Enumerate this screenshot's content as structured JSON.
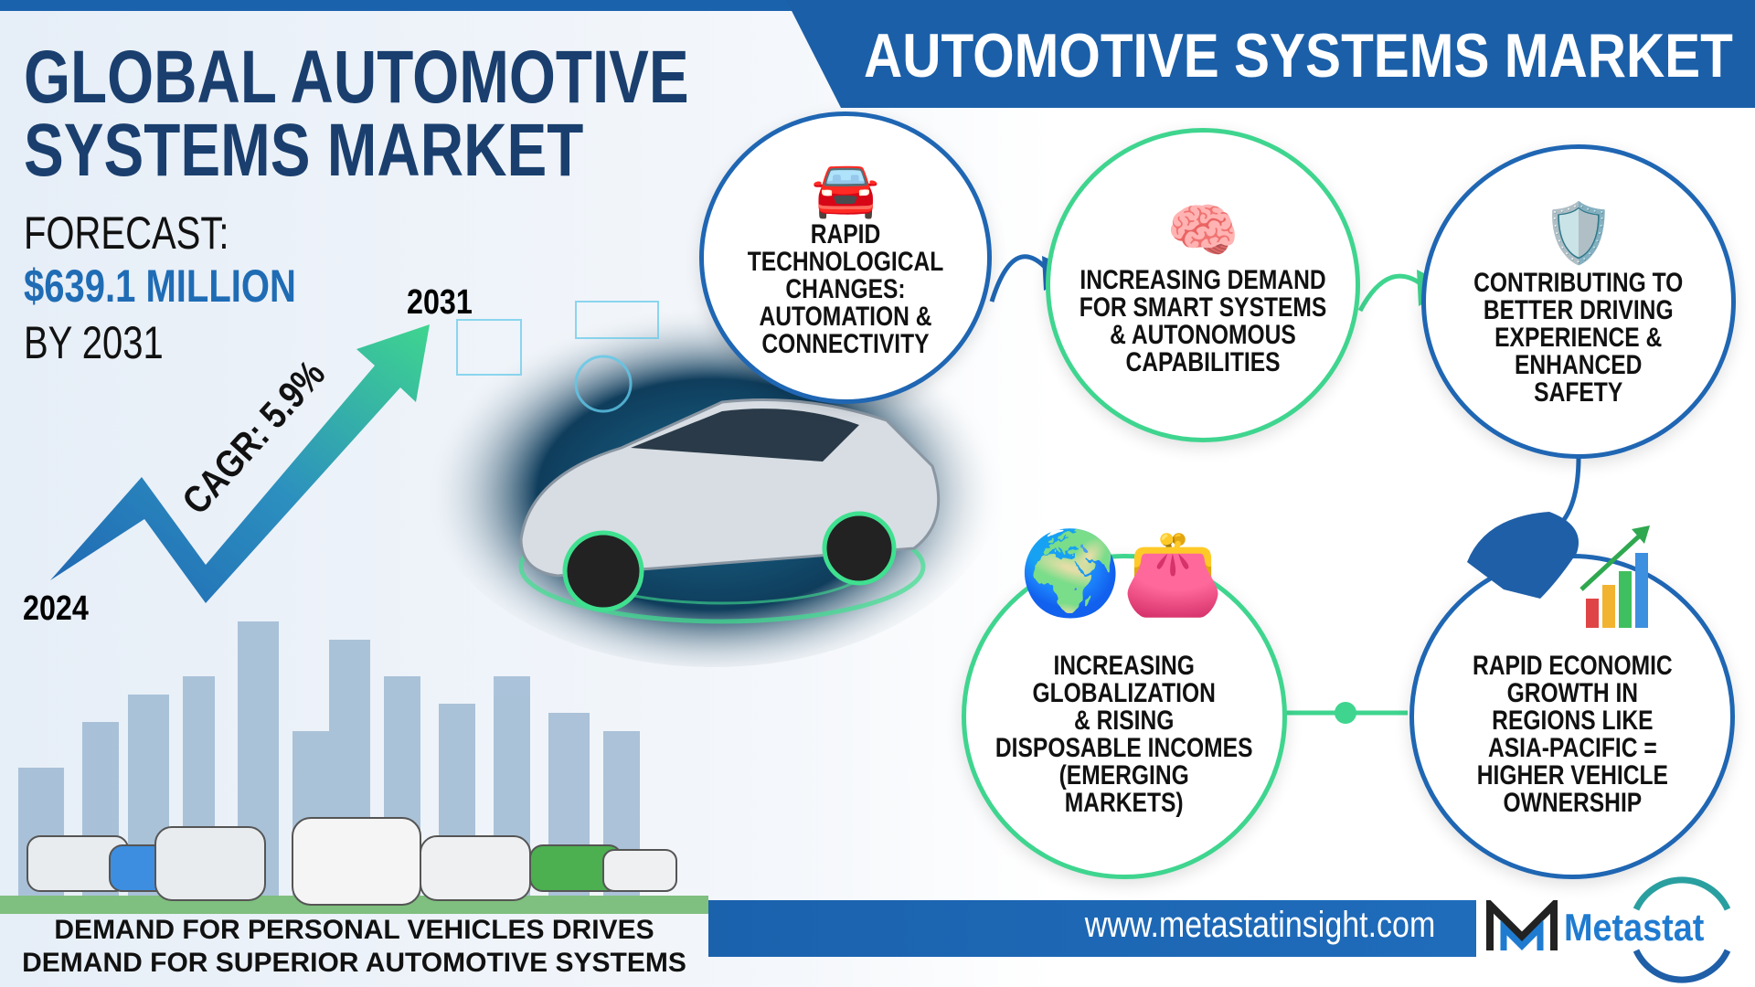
{
  "banner_title": "AUTOMOTIVE SYSTEMS MARKET",
  "title_line1": "GLOBAL AUTOMOTIVE",
  "title_line2": "SYSTEMS MARKET",
  "forecast": {
    "label": "FORECAST:",
    "value": "$639.1 MILLION",
    "by": "BY 2031"
  },
  "growth": {
    "start_year": "2024",
    "end_year": "2031",
    "cagr": "CAGR: 5.9%"
  },
  "drivers": [
    {
      "icon": "connected-car-icon",
      "text": "RAPID TECHNOLOGICAL\nCHANGES:\nAUTOMATION &\nCONNECTIVITY"
    },
    {
      "icon": "brain-steering-wheel-icon",
      "text": "INCREASING DEMAND\nFOR SMART SYSTEMS\n& AUTONOMOUS\nCAPABILITIES"
    },
    {
      "icon": "shield-driver-icon",
      "text": "CONTRIBUTING TO\nBETTER DRIVING\nEXPERIENCE &\nENHANCED\nSAFETY"
    },
    {
      "icon": "globe-wallet-icon",
      "text": "INCREASING\nGLOBALIZATION\n& RISING\nDISPOSABLE INCOMES\n(EMERGING\nMARKETS)"
    },
    {
      "icon": "asia-map-growth-chart-icon",
      "text": "RAPID ECONOMIC\nGROWTH IN\nREGIONS LIKE\nASIA-PACIFIC =\nHIGHER VEHICLE\nOWNERSHIP"
    }
  ],
  "bottom_caption": "DEMAND FOR PERSONAL VEHICLES DRIVES\nDEMAND FOR SUPERIOR AUTOMOTIVE SYSTEMS",
  "footer": {
    "url": "www.metastatinsight.com",
    "brand": "Metastat"
  },
  "colors": {
    "primary": "#1b5fa8",
    "title": "#1a3f6e",
    "accent_green": "#3fd58f",
    "value_blue": "#1f6cb5"
  }
}
